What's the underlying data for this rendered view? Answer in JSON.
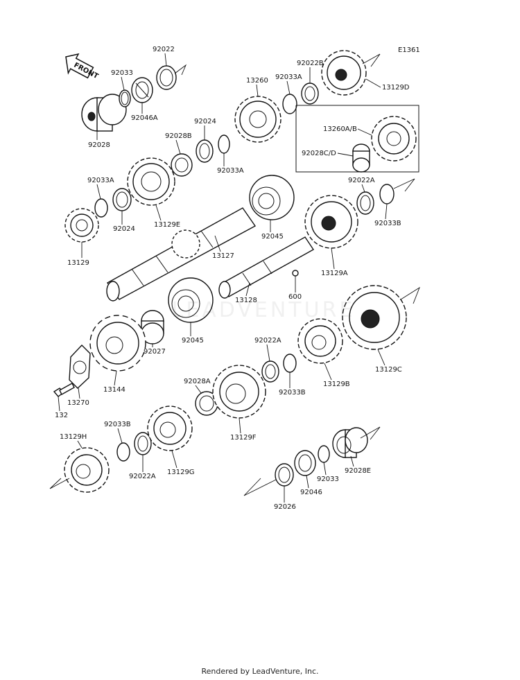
{
  "diagram_code": "E1361",
  "front_label": "FRONT",
  "watermark": "LEADVENTURE",
  "footer": "Rendered by LeadVenture, Inc.",
  "labels": [
    {
      "id": "p92022-top",
      "text": "92022"
    },
    {
      "id": "p92033-top",
      "text": "92033"
    },
    {
      "id": "p92046A",
      "text": "92046A"
    },
    {
      "id": "p92028-top",
      "text": "92028"
    },
    {
      "id": "p13260",
      "text": "13260"
    },
    {
      "id": "p92033A-top",
      "text": "92033A"
    },
    {
      "id": "p92022B",
      "text": "92022B"
    },
    {
      "id": "p13129D",
      "text": "13129D"
    },
    {
      "id": "p13260AB",
      "text": "13260A/B"
    },
    {
      "id": "p92028CD",
      "text": "92028C/D"
    },
    {
      "id": "p92024-top",
      "text": "92024"
    },
    {
      "id": "p92028B",
      "text": "92028B"
    },
    {
      "id": "p92033A-mid",
      "text": "92033A"
    },
    {
      "id": "p92033A-left",
      "text": "92033A"
    },
    {
      "id": "p92024-left",
      "text": "92024"
    },
    {
      "id": "p13129E",
      "text": "13129E"
    },
    {
      "id": "p13129",
      "text": "13129"
    },
    {
      "id": "p92045-top",
      "text": "92045"
    },
    {
      "id": "p13127",
      "text": "13127"
    },
    {
      "id": "p92022A-top",
      "text": "92022A"
    },
    {
      "id": "p92033B-top",
      "text": "92033B"
    },
    {
      "id": "p13129A",
      "text": "13129A"
    },
    {
      "id": "p13128",
      "text": "13128"
    },
    {
      "id": "p600",
      "text": "600"
    },
    {
      "id": "p92027",
      "text": "92027"
    },
    {
      "id": "p92045-mid",
      "text": "92045"
    },
    {
      "id": "p13129C",
      "text": "13129C"
    },
    {
      "id": "p92022A-mid",
      "text": "92022A"
    },
    {
      "id": "p92033B-mid",
      "text": "92033B"
    },
    {
      "id": "p13129B",
      "text": "13129B"
    },
    {
      "id": "p13144",
      "text": "13144"
    },
    {
      "id": "p13270",
      "text": "13270"
    },
    {
      "id": "p92028A",
      "text": "92028A"
    },
    {
      "id": "p13129F",
      "text": "13129F"
    },
    {
      "id": "p132",
      "text": "132"
    },
    {
      "id": "p13129H",
      "text": "13129H"
    },
    {
      "id": "p92033B-low",
      "text": "92033B"
    },
    {
      "id": "p92022A-low",
      "text": "92022A"
    },
    {
      "id": "p13129G",
      "text": "13129G"
    },
    {
      "id": "p92033-low",
      "text": "92033"
    },
    {
      "id": "p92028E",
      "text": "92028E"
    },
    {
      "id": "p92046",
      "text": "92046"
    },
    {
      "id": "p92026",
      "text": "92026"
    }
  ]
}
